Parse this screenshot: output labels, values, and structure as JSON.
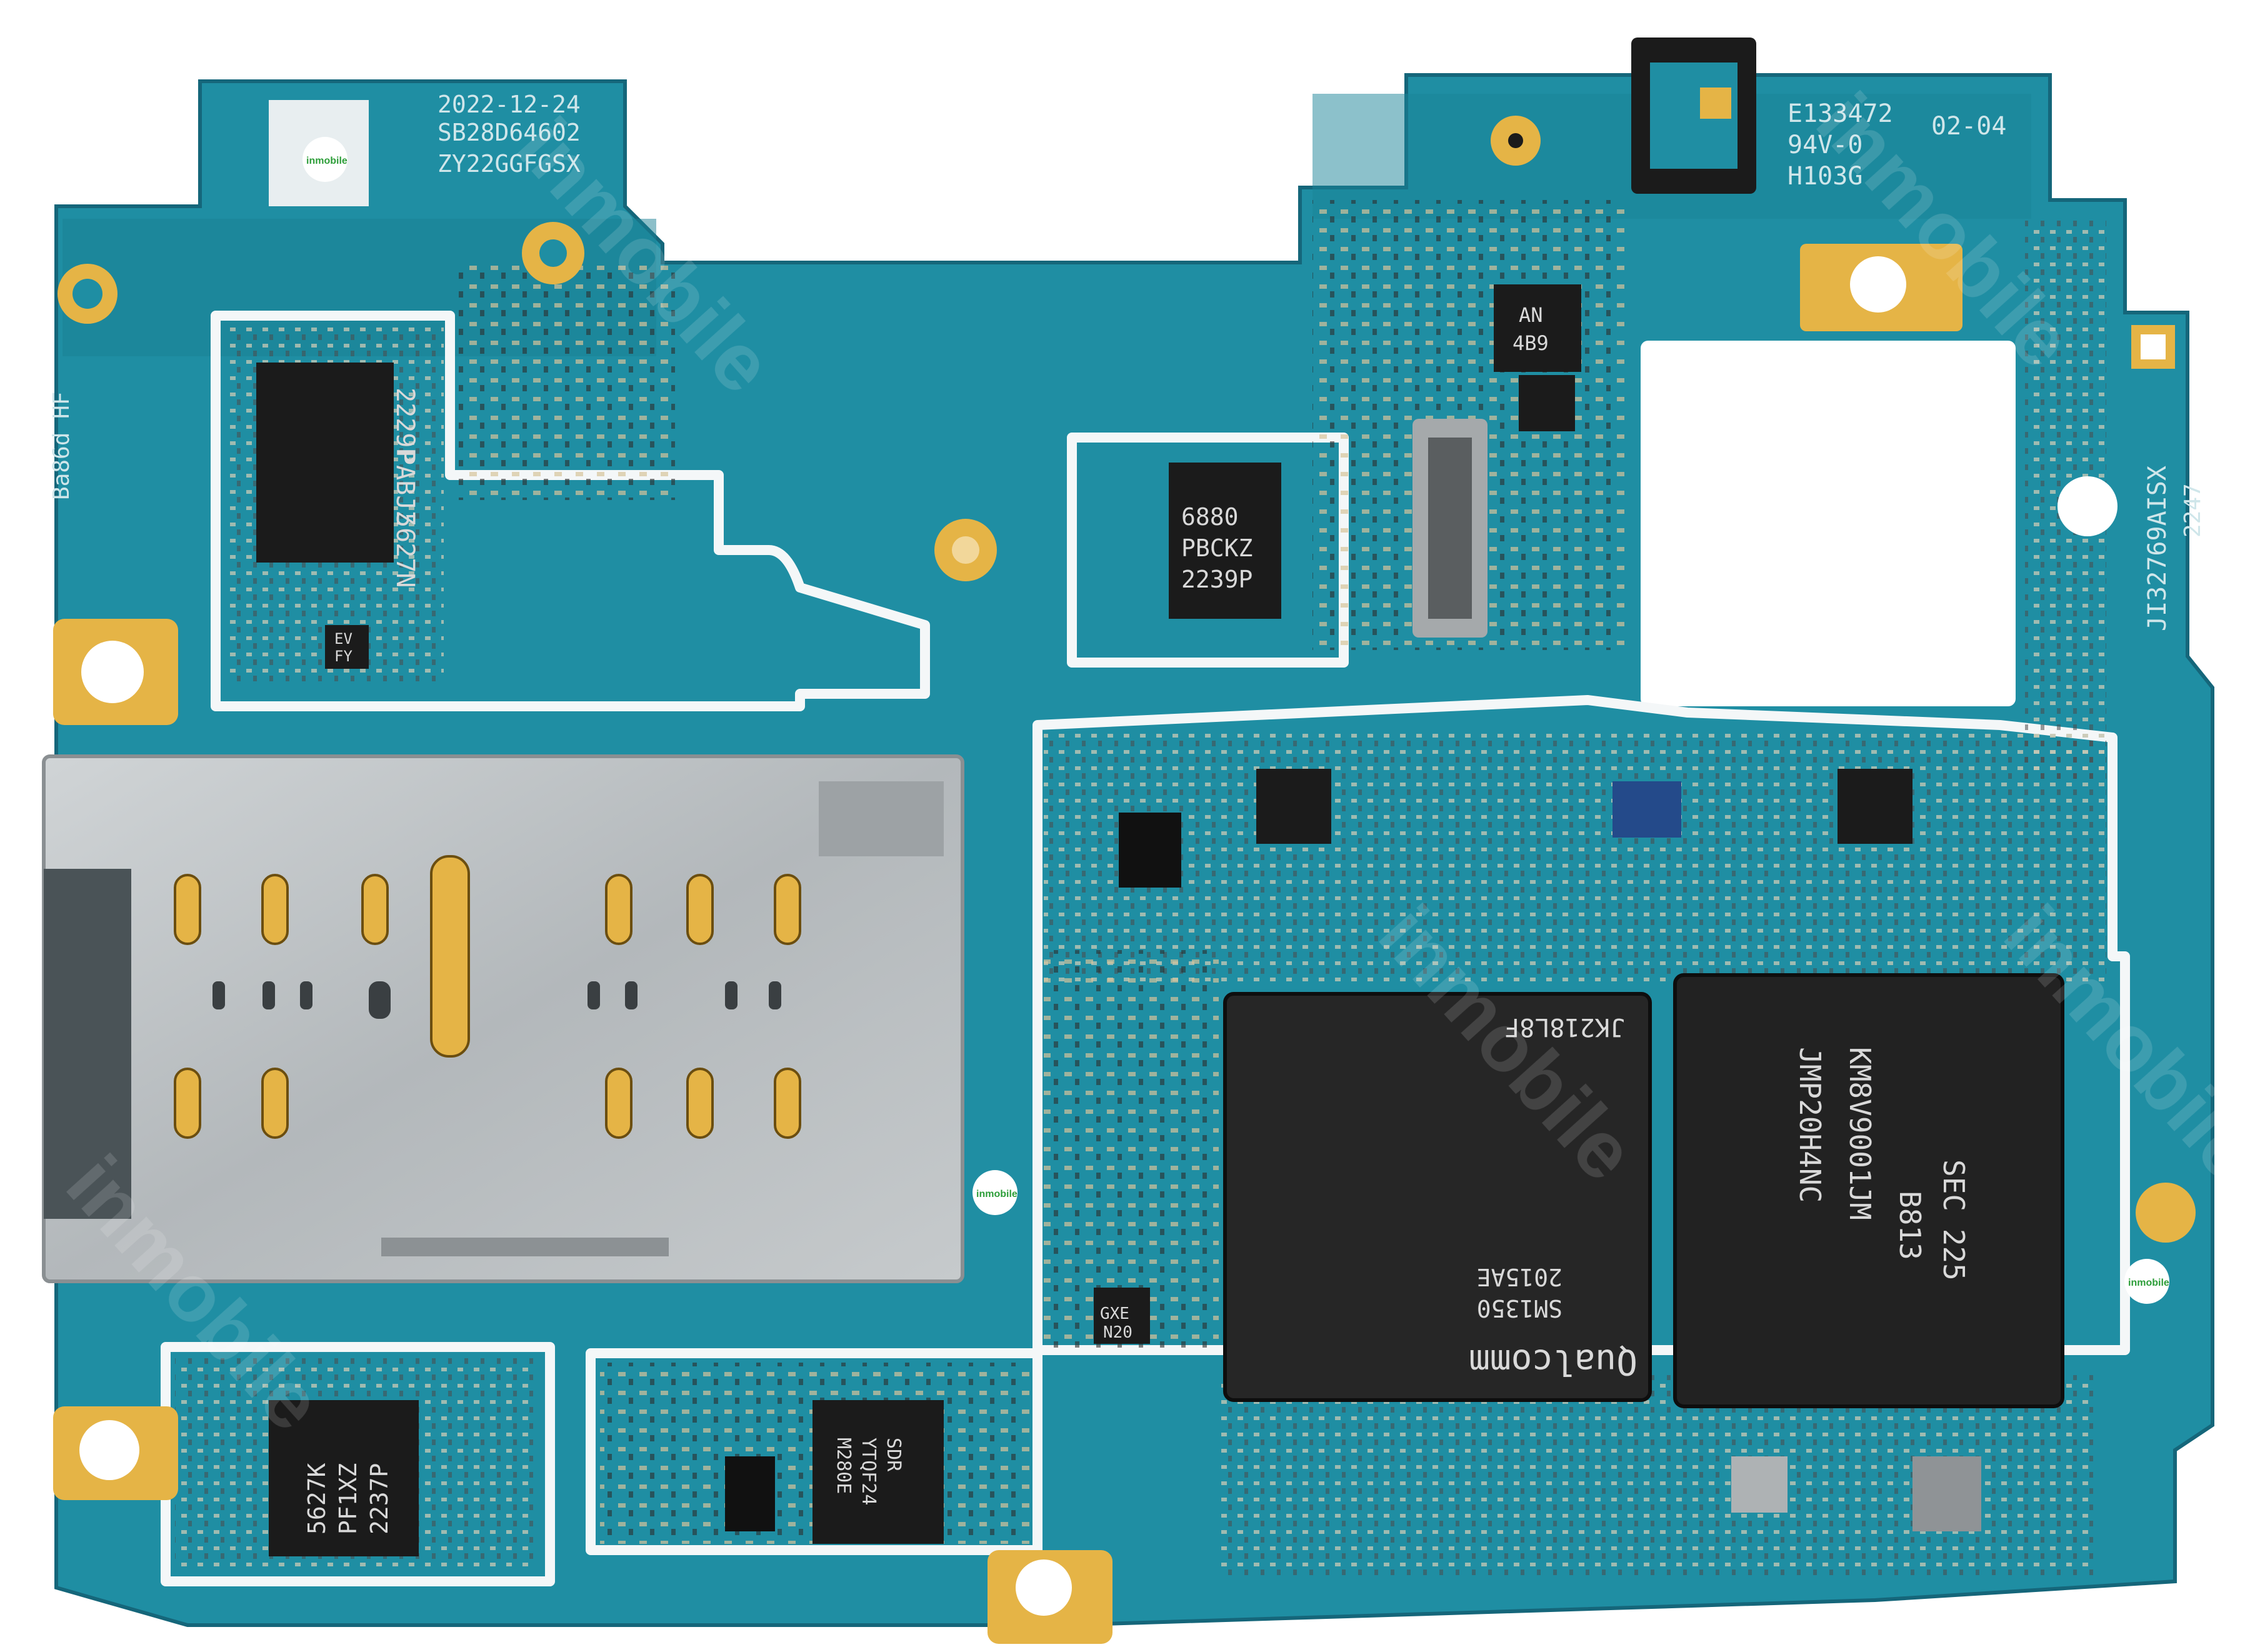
{
  "board": {
    "colors": {
      "background": "#ffffff",
      "pcb": "#1f8ea3",
      "pcb_dark": "#17748a",
      "shield_outline": "#f4f7f8",
      "chip": "#1b1b1b",
      "metal": "#b9bec1",
      "gold": "#e5b446",
      "pad": "#c7a24a",
      "silkscreen": "#cfe6ea"
    },
    "label_top": {
      "date": "2022-12-24",
      "serial": "SB28D64602",
      "code": "ZY22GGFGSX"
    },
    "label_top_right": {
      "line1": "E133472",
      "date_code": "02-04",
      "line2": "94V-0",
      "line3": "H103G"
    },
    "label_right_vertical": "JI32769AISX",
    "label_right_vertical_2": "2247",
    "label_left_vertical": "Ba86d HF",
    "chips": {
      "pmic_top_left": [
        "5627N",
        "PABJZ",
        "2229P"
      ],
      "chip_center_top": [
        "6880",
        "PBCKZ",
        "2239P"
      ],
      "chip_top_right_small": [
        "AN",
        "4B9"
      ],
      "soc": [
        "JK218L8F",
        "SM1350",
        "2015AE"
      ],
      "soc_brand": "Qualcomm",
      "memory": [
        "SEC 225",
        "B813",
        "KM8V9001JM",
        "JMP20H4NC"
      ],
      "pmic_bottom_left": [
        "5627K",
        "PF1XZ",
        "2237P"
      ],
      "chip_bottom_center": [
        "SDR",
        "YTQF24",
        "M280E"
      ],
      "small_gxe": [
        "GXE",
        "N20"
      ],
      "small_ev": [
        "EV",
        "FY"
      ]
    },
    "watermark": {
      "text": "inmobile",
      "badge_label": "inmobile",
      "color": "#2e9e3a"
    },
    "sim_tray": {
      "type": "dual SIM + microSD metal tray",
      "color": "#b9bec1"
    },
    "icons": [
      "sim-tray-icon",
      "antenna-pad-icon",
      "screw-hole-icon",
      "connector-icon"
    ]
  }
}
